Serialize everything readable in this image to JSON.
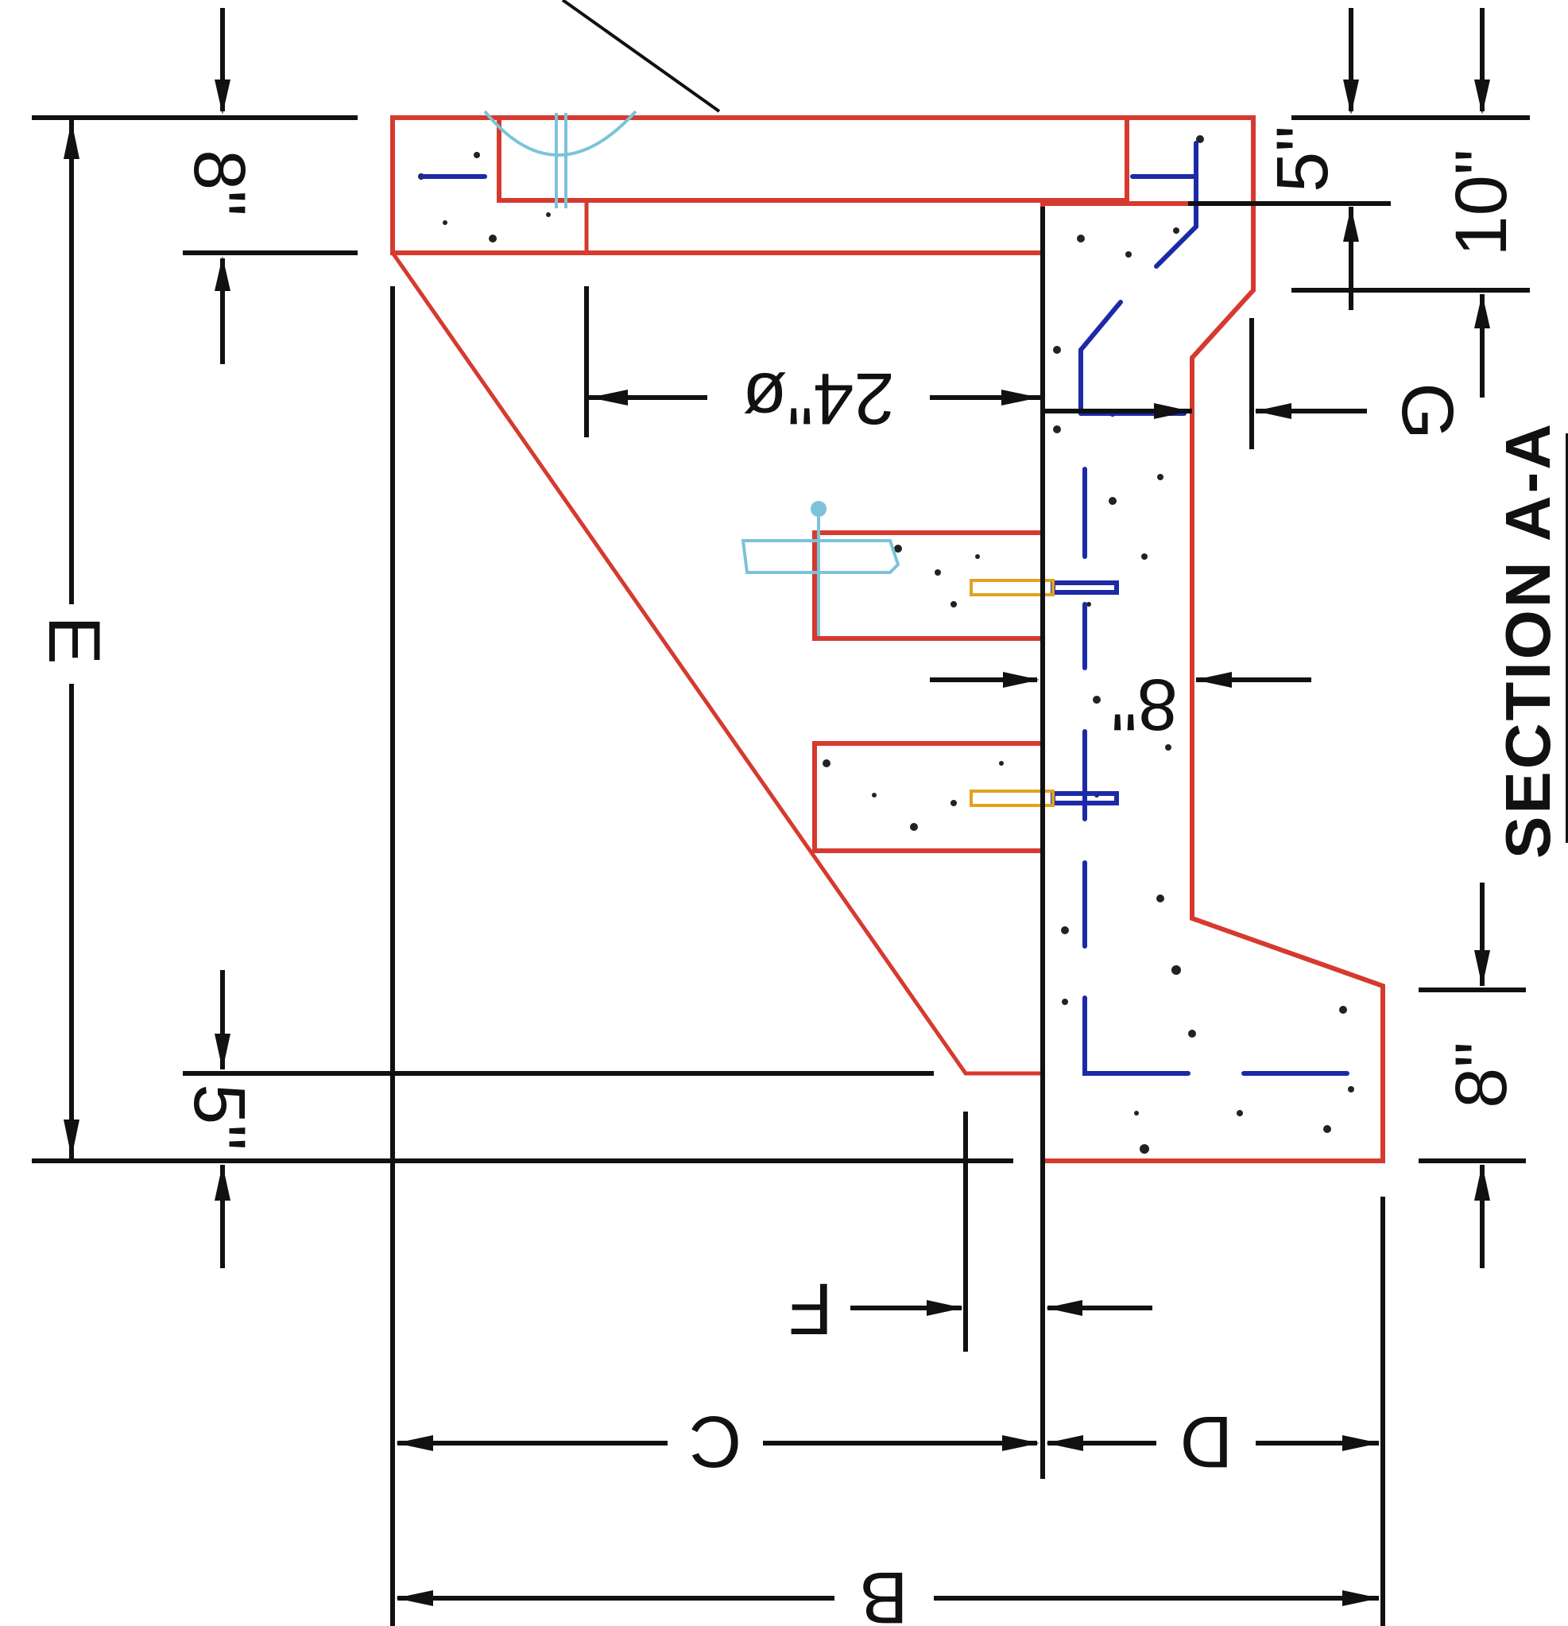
{
  "drawing": {
    "title": "SECTION A-A",
    "dimensions": {
      "top_left_height": "8\"",
      "right_top_upper": "5\"",
      "right_top_total": "10\"",
      "pipe_diameter": "24\"ø",
      "dim_g": "G",
      "wall_thickness": "8\"",
      "overall_height": "E",
      "bottom_left_height": "5\"",
      "right_bottom_height": "8\"",
      "dim_f": "F",
      "dim_c": "C",
      "dim_d": "D",
      "dim_b": "B"
    },
    "colors": {
      "concrete_outline": "#d63a2f",
      "rebar": "#1c2aa8",
      "pipe_fitting": "#7cc3d8",
      "dowel": "#e2a21f"
    }
  }
}
